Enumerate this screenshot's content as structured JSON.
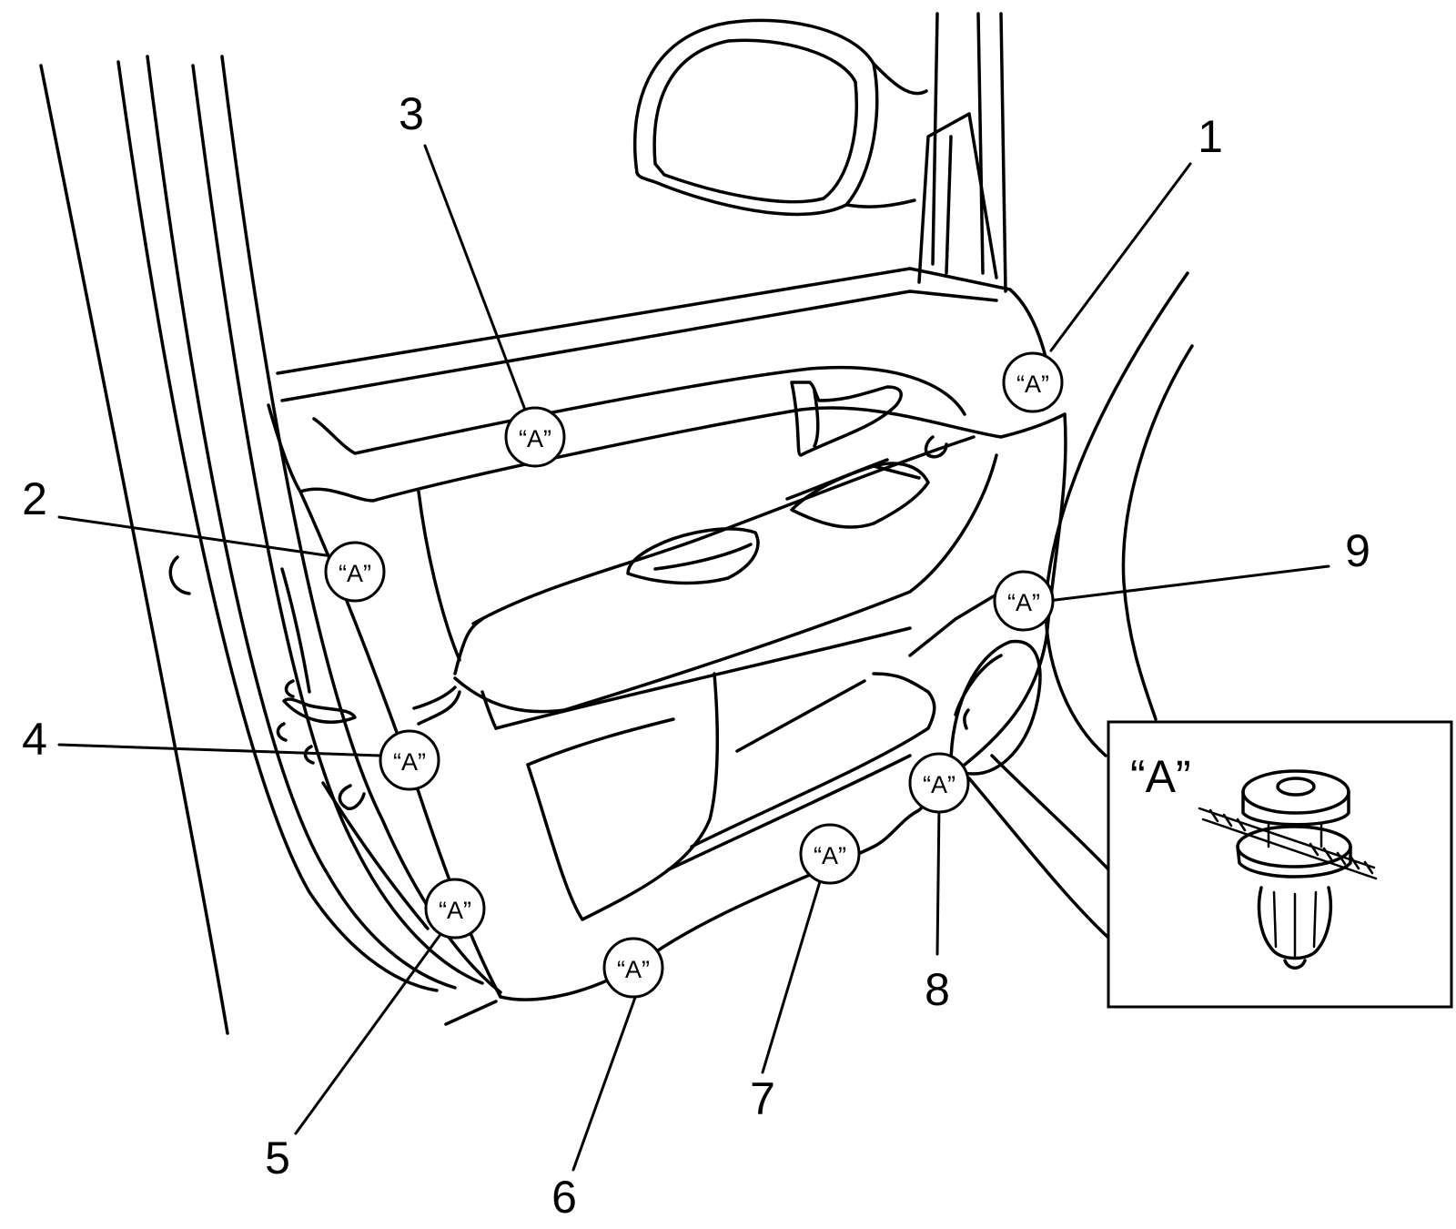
{
  "clip_marker_text": "“A”",
  "callouts": [
    {
      "number": "1"
    },
    {
      "number": "2"
    },
    {
      "number": "3"
    },
    {
      "number": "4"
    },
    {
      "number": "5"
    },
    {
      "number": "6"
    },
    {
      "number": "7"
    },
    {
      "number": "8"
    },
    {
      "number": "9"
    }
  ],
  "inset": {
    "label": "“A”"
  }
}
